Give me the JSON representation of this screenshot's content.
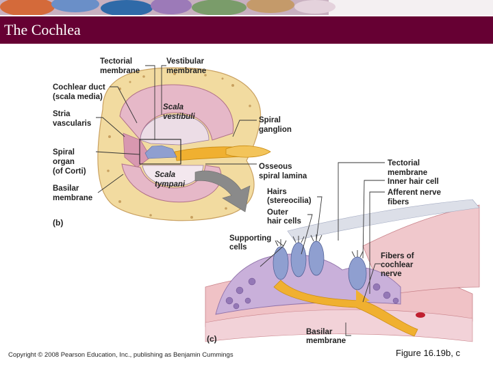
{
  "slide": {
    "title": "The Cochlea",
    "copyright": "Copyright © 2008 Pearson Education, Inc., publishing as Benjamin Cummings",
    "figure_caption": "Figure 16.19b, c"
  },
  "colors": {
    "title_bar": "#660033",
    "bone": "#f2dba0",
    "membrane": "#e6b8c8",
    "nerve": "#f0b030",
    "hair_cell": "#8f9fd0"
  },
  "panel_b": {
    "tag": "(b)",
    "labels": {
      "tectorial_1": "Tectorial",
      "tectorial_2": "membrane",
      "vestibular_1": "Vestibular",
      "vestibular_2": "membrane",
      "duct_1": "Cochlear duct",
      "duct_2": "(scala media)",
      "stria_1": "Stria",
      "stria_2": "vascularis",
      "organ_1": "Spiral",
      "organ_2": "organ",
      "organ_3": "(of Corti)",
      "basilar_1": "Basilar",
      "basilar_2": "membrane",
      "scala_vest_1": "Scala",
      "scala_vest_2": "vestibuli",
      "scala_tymp_1": "Scala",
      "scala_tymp_2": "tympani",
      "ganglion_1": "Spiral",
      "ganglion_2": "ganglion",
      "lamina_1": "Osseous",
      "lamina_2": "spiral lamina"
    }
  },
  "panel_c": {
    "tag": "(c)",
    "labels": {
      "tectorial_1": "Tectorial",
      "tectorial_2": "membrane",
      "inner_hair": "Inner hair cell",
      "afferent_1": "Afferent nerve",
      "afferent_2": "fibers",
      "hairs_1": "Hairs",
      "hairs_2": "(stereocilia)",
      "outer_1": "Outer",
      "outer_2": "hair cells",
      "supporting_1": "Supporting",
      "supporting_2": "cells",
      "fibers_1": "Fibers of",
      "fibers_2": "cochlear",
      "fibers_3": "nerve",
      "basilar_1": "Basilar",
      "basilar_2": "membrane"
    }
  }
}
